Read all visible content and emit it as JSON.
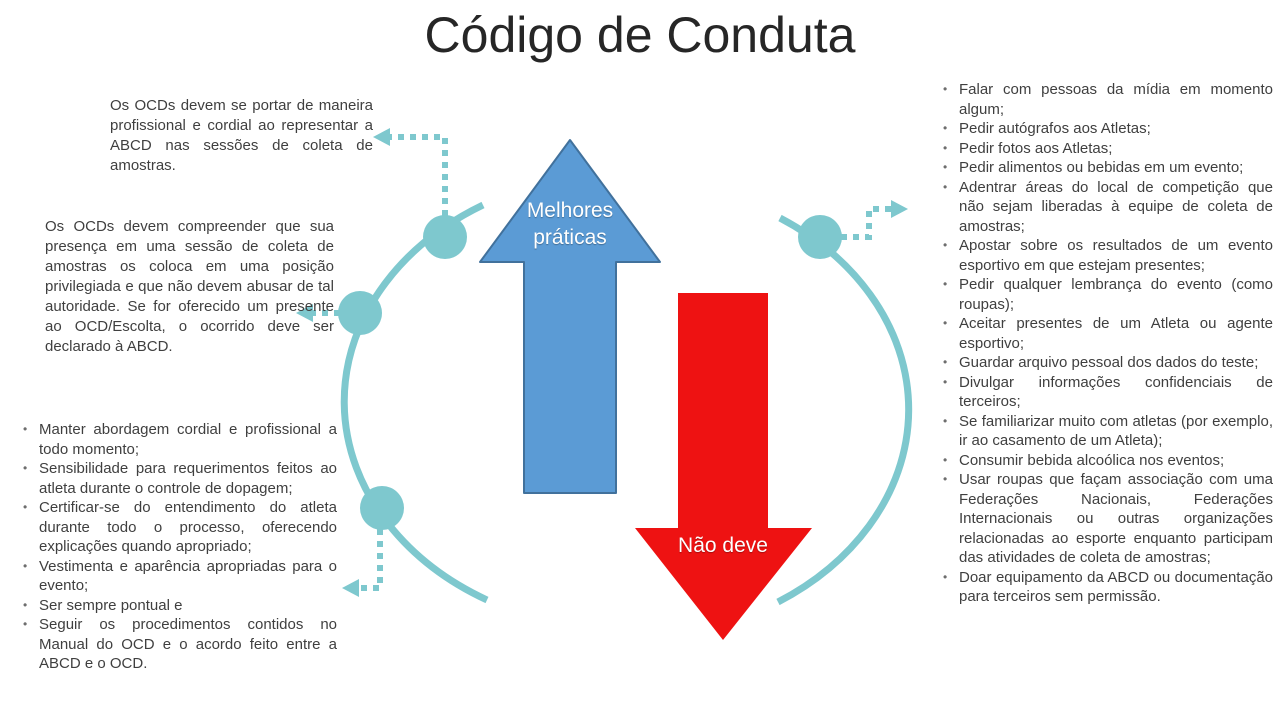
{
  "title": "Código de Conduta",
  "colors": {
    "teal": "#7EC8CE",
    "blue_fill": "#5B9BD5",
    "blue_border": "#41719C",
    "red": "#EE1212",
    "text_color": "#3F3F3F",
    "title_color": "#262626",
    "bullet_color": "#6E6E6E"
  },
  "arrows": {
    "best_practices_label": "Melhores práticas",
    "must_not_label": "Não deve"
  },
  "left_notes": {
    "note1": "Os OCDs devem se portar de maneira profissional e cordial ao representar a ABCD nas sessões de coleta de amostras.",
    "note2": "Os OCDs devem compreender que sua presença em uma sessão de coleta de amostras os coloca em uma posição privilegiada e que não devem abusar de tal autoridade. Se for oferecido um presente ao OCD/Escolta, o ocorrido deve ser declarado à ABCD.",
    "bullets": [
      "Manter abordagem cordial e profissional a todo momento;",
      "Sensibilidade para requerimentos feitos ao atleta durante o controle de dopagem;",
      "Certificar-se do entendimento do atleta durante todo o processo, oferecendo explicações quando apropriado;",
      "Vestimenta e aparência apropriadas para o evento;",
      "Ser sempre pontual e",
      "Seguir os procedimentos contidos no Manual do OCD e o acordo feito entre a ABCD e o OCD."
    ]
  },
  "right_bullets": [
    "Falar com pessoas da mídia em momento algum;",
    "Pedir autógrafos aos Atletas;",
    "Pedir fotos aos Atletas;",
    "Pedir alimentos ou bebidas em um evento;",
    "Adentrar áreas do local de competição que não sejam liberadas à equipe de coleta de amostras;",
    "Apostar sobre os resultados de um evento esportivo em que estejam presentes;",
    "Pedir qualquer lembrança do evento (como roupas);",
    "Aceitar presentes de um Atleta ou agente esportivo;",
    "Guardar arquivo pessoal dos dados do teste;",
    "Divulgar informações confidenciais de terceiros;",
    "Se familiarizar muito com atletas (por exemplo, ir ao casamento de um Atleta);",
    "Consumir bebida alcoólica nos eventos;",
    "Usar roupas que façam associação com uma Federações Nacionais, Federações Internacionais ou outras organizações relacionadas ao esporte enquanto participam das atividades de coleta de amostras;",
    "Doar equipamento da ABCD ou documentação para terceiros sem permissão."
  ]
}
